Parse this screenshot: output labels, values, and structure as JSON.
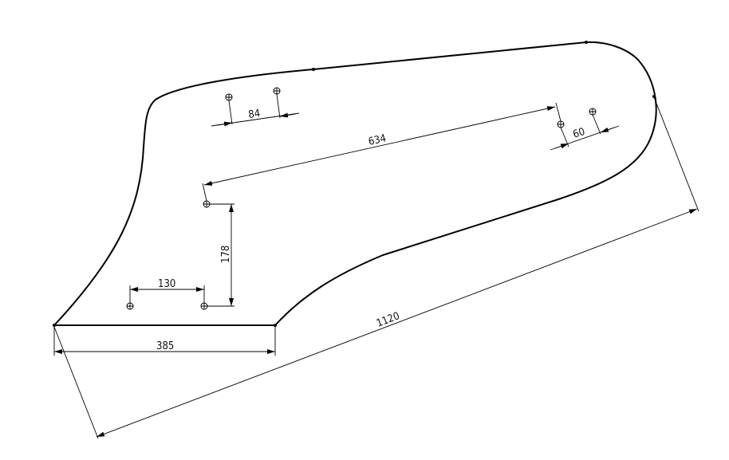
{
  "drawing": {
    "dimensions": {
      "d84": "84",
      "d634": "634",
      "d60": "60",
      "d178": "178",
      "d130": "130",
      "d385": "385",
      "d1120": "1120"
    },
    "line_color": "#000000",
    "background": "#ffffff"
  }
}
